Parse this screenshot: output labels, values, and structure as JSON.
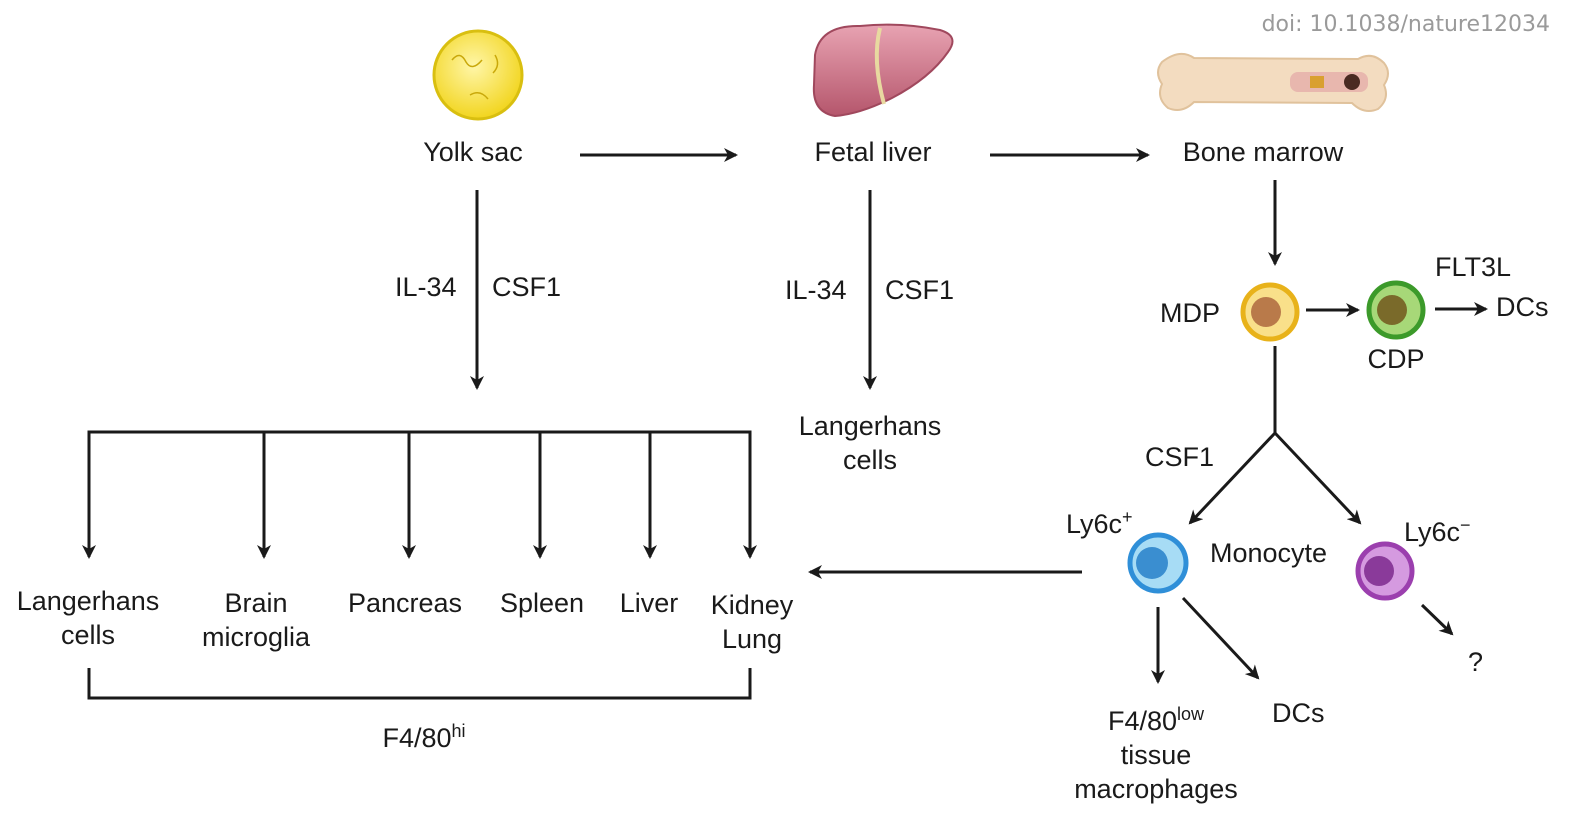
{
  "doi": "doi: 10.1038/nature12034",
  "stages": {
    "yolk_sac": "Yolk sac",
    "fetal_liver": "Fetal liver",
    "bone_marrow": "Bone marrow"
  },
  "factors": {
    "il34_yolk": "IL-34",
    "csf1_yolk": "CSF1",
    "il34_liver": "IL-34",
    "csf1_liver": "CSF1",
    "flt3l": "FLT3L",
    "csf1_marrow": "CSF1"
  },
  "fetal_langerhans": [
    "Langerhans",
    "cells"
  ],
  "cells": {
    "mdp": "MDP",
    "cdp": "CDP",
    "dcs_top": "DCs",
    "ly6c_pos": "Ly6c",
    "ly6c_pos_sup": "+",
    "monocyte": "Monocyte",
    "ly6c_neg": "Ly6c",
    "ly6c_neg_sup": "−",
    "question": "?",
    "dcs_bottom": "DCs",
    "f480_low_base": "F4/80",
    "f480_low_sup": "low",
    "tissue": "tissue",
    "macrophages": "macrophages"
  },
  "tissues": [
    [
      "Langerhans",
      "cells"
    ],
    [
      "Brain",
      "microglia"
    ],
    [
      "Pancreas"
    ],
    [
      "Spleen"
    ],
    [
      "Liver"
    ],
    [
      "Kidney",
      "Lung"
    ]
  ],
  "f480_hi_base": "F4/80",
  "f480_hi_sup": "hi",
  "colors": {
    "line": "#1a1a1a",
    "yolk_fill": "#f7e43a",
    "liver_fill": "#c86f82",
    "bone_fill": "#f3dcc0",
    "mdp_ring": "#e8b21a",
    "cdp_ring": "#3c9a2a",
    "ly6c_pos_ring": "#2f8fd8",
    "ly6c_neg_ring": "#9b3fae"
  },
  "icons": [
    "yolk-sac-icon",
    "fetal-liver-icon",
    "bone-icon",
    "cell-icon"
  ]
}
